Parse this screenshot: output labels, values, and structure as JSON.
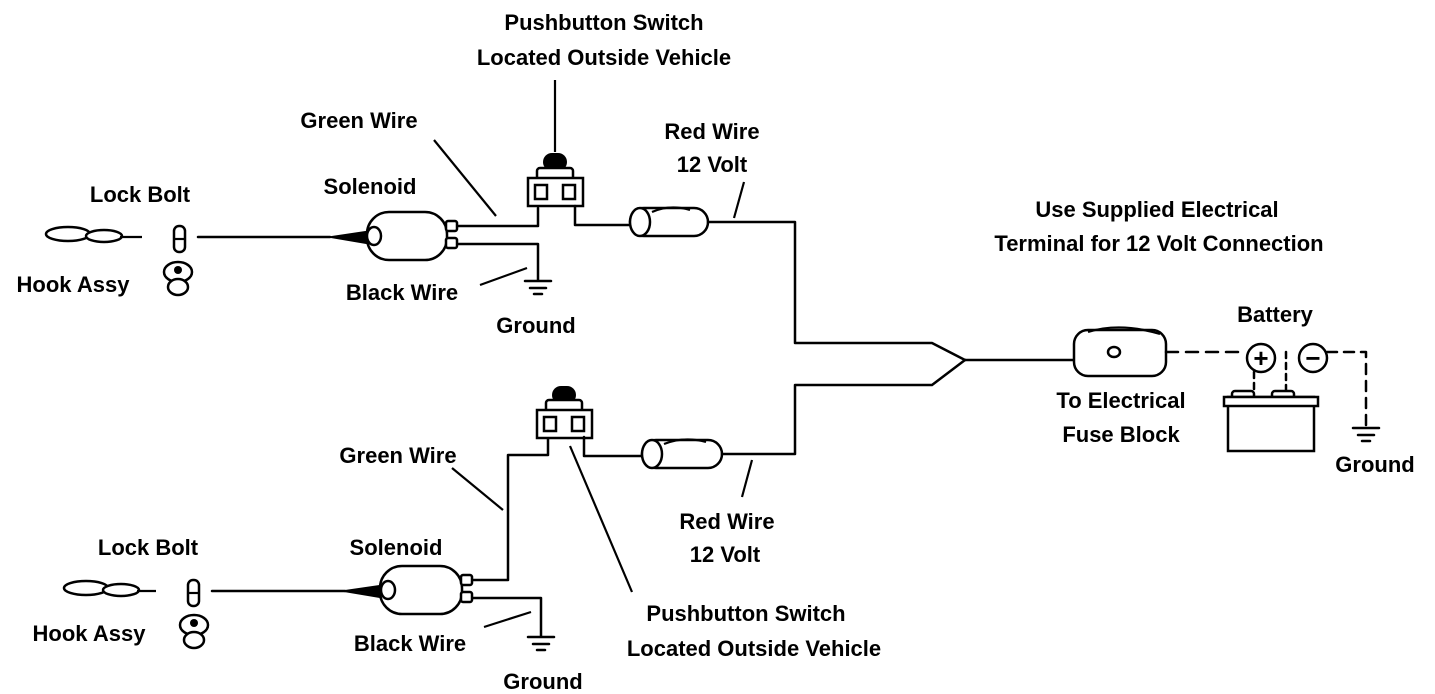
{
  "colors": {
    "ink": "#000000",
    "background": "#ffffff"
  },
  "labels": {
    "top_switch_line1": "Pushbutton Switch",
    "top_switch_line2": "Located Outside Vehicle",
    "top_green_wire": "Green Wire",
    "top_red_wire_line1": "Red Wire",
    "top_red_wire_line2": "12 Volt",
    "top_lock_bolt": "Lock Bolt",
    "top_solenoid": "Solenoid",
    "top_hook_assy": "Hook Assy",
    "top_black_wire": "Black Wire",
    "top_ground": "Ground",
    "terminal_note_line1": "Use Supplied Electrical",
    "terminal_note_line2": "Terminal for 12 Volt Connection",
    "battery": "Battery",
    "fuse_block_line1": "To Electrical",
    "fuse_block_line2": "Fuse Block",
    "battery_ground": "Ground",
    "bottom_green_wire": "Green Wire",
    "bottom_red_wire_line1": "Red Wire",
    "bottom_red_wire_line2": "12 Volt",
    "bottom_lock_bolt": "Lock Bolt",
    "bottom_solenoid": "Solenoid",
    "bottom_hook_assy": "Hook Assy",
    "bottom_black_wire": "Black Wire",
    "bottom_switch_line1": "Pushbutton Switch",
    "bottom_switch_line2": "Located Outside Vehicle",
    "bottom_ground": "Ground"
  },
  "battery_terminals": {
    "positive": "+",
    "negative": "−"
  },
  "icons": [
    "lock-bolt-icon",
    "hook-assy-icon",
    "solenoid-icon",
    "pushbutton-switch-icon",
    "connector-icon",
    "fuse-block-icon",
    "battery-icon",
    "ground-symbol-icon"
  ]
}
